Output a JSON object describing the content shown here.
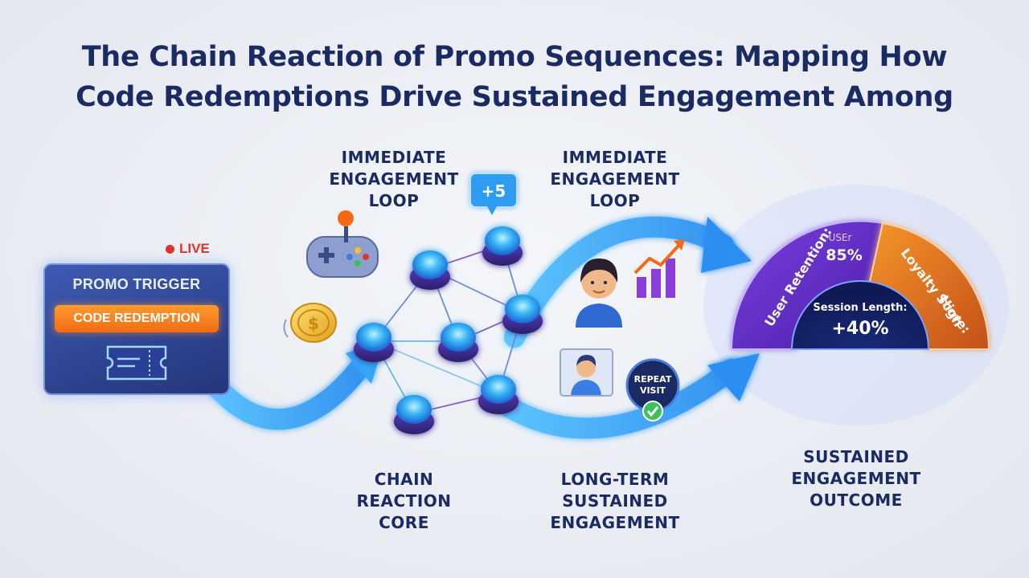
{
  "title": {
    "line1": "The Chain Reaction of Promo Sequences: Mapping How",
    "line2": "Code Redemptions Drive Sustained Engagement Among"
  },
  "live_badge": "LIVE",
  "trigger": {
    "title": "PROMO TRIGGER",
    "button": "CODE REDEMPTION"
  },
  "labels": {
    "engagement_loop_left": [
      "IMMEDIATE",
      "ENGAGEMENT",
      "LOOP"
    ],
    "engagement_loop_right": [
      "IMMEDIATE",
      "ENGAGEMENT",
      "LOOP"
    ],
    "chain_core": [
      "CHAIN",
      "REACTION",
      "CORE"
    ],
    "long_term": [
      "LONG-TERM",
      "SUSTAINED",
      "ENGAGEMENT"
    ],
    "outcome": [
      "SUSTAINED",
      "ENGAGEMENT",
      "OUTCOME"
    ]
  },
  "bubble": "+5",
  "repeat_visit": [
    "REPEAT",
    "VISIT"
  ],
  "gauge": {
    "retention_label": "User Retention:",
    "retention_caption": "USEr",
    "retention_value": "85%",
    "session_label": "Session Length:",
    "session_value": "+40%",
    "loyalty_label": "Loyalty Score:",
    "loyalty_value": "High"
  },
  "colors": {
    "title": "#1a2b63",
    "arrow": "#3aa8f5",
    "node": "#2f8fe8",
    "node_ring": "#4a3aa8",
    "button": "#f26b14",
    "gauge_purple": "#6a2fd0",
    "gauge_orange": "#f07a1a",
    "live": "#e0342b"
  },
  "icons": [
    "gamepad-icon",
    "coin-icon",
    "ticket-icon",
    "growth-chart-icon",
    "person-avatar-icon",
    "photo-profile-icon",
    "check-icon"
  ]
}
